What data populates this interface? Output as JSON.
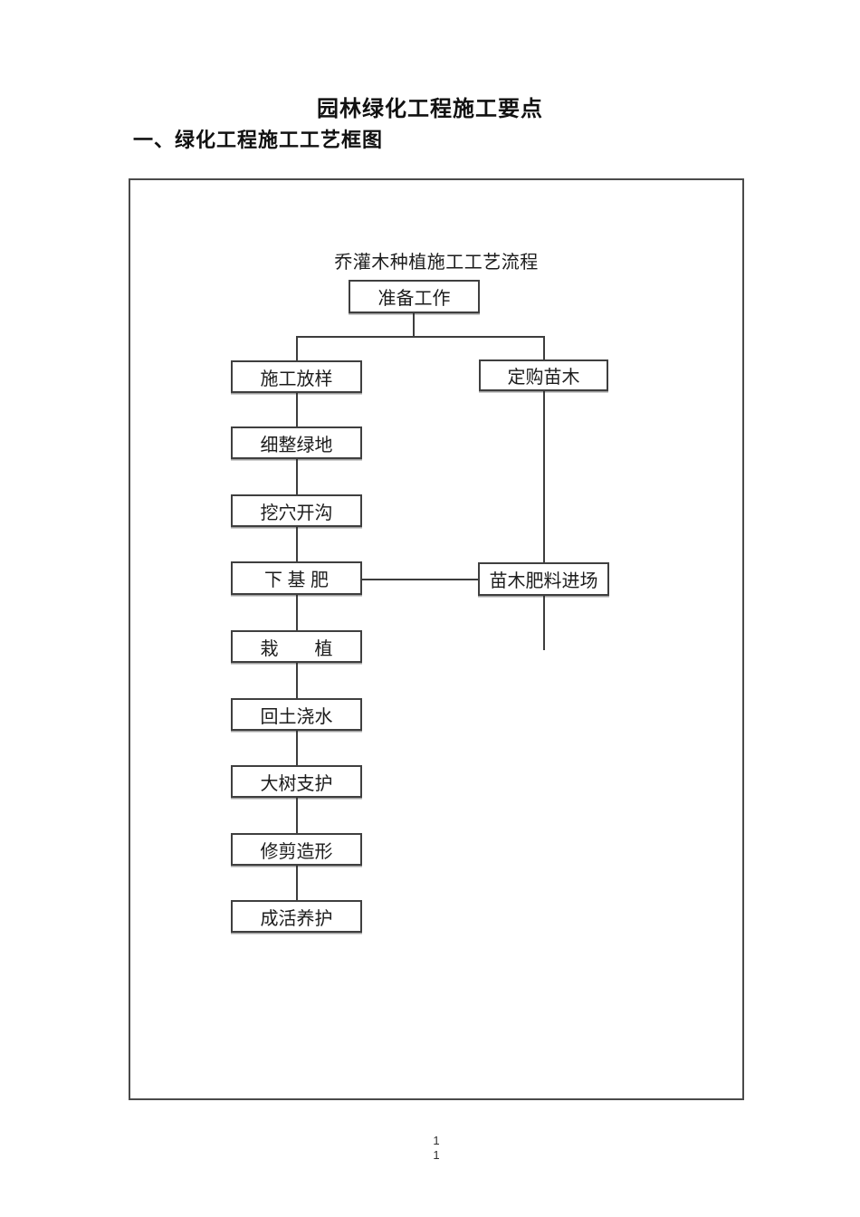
{
  "page": {
    "title": "园林绿化工程施工要点",
    "section_heading": "一、绿化工程施工工艺框图",
    "footer_page_numbers": [
      "1",
      "1"
    ]
  },
  "flowchart": {
    "title": "乔灌木种植施工工艺流程",
    "nodes": {
      "prepare": "准备工作",
      "construction_layout": "施工放样",
      "order_seedlings": "定购苗木",
      "fine_grade_green": "细整绿地",
      "dig_holes_trenches": "挖穴开沟",
      "apply_base_fertilizer": "下 基 肥",
      "seedling_fertilizer_onsite": "苗木肥料进场",
      "planting": "栽　　植",
      "backfill_watering": "回土浇水",
      "big_tree_support": "大树支护",
      "pruning_shaping": "修剪造形",
      "survival_maintenance": "成活养护"
    },
    "edges": [
      "准备工作→施工放样",
      "准备工作→定购苗木",
      "施工放样→细整绿地",
      "细整绿地→挖穴开沟",
      "挖穴开沟→下 基 肥",
      "苗木肥料进场—下 基 肥",
      "定购苗木→苗木肥料进场",
      "下 基 肥→栽　　植",
      "栽　　植→回土浇水",
      "回土浇水→大树支护",
      "大树支护→修剪造形",
      "修剪造形→成活养护"
    ]
  }
}
